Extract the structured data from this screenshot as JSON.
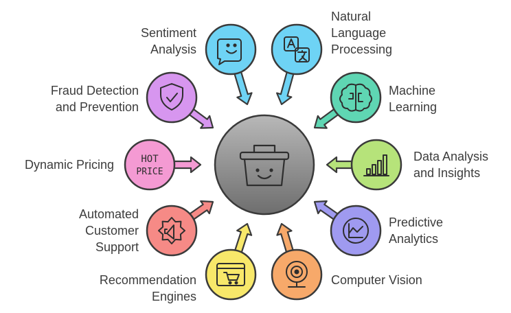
{
  "center": {
    "name": "basket-icon",
    "color": "#8a8a8a"
  },
  "items": [
    {
      "id": "sentiment-analysis",
      "lines": [
        "Sentiment",
        "Analysis"
      ],
      "color": "#6ed3f5",
      "icon": "smiley-speech-icon"
    },
    {
      "id": "nlp",
      "lines": [
        "Natural",
        "Language",
        "Processing"
      ],
      "color": "#6ed3f5",
      "icon": "translate-icon"
    },
    {
      "id": "machine-learning",
      "lines": [
        "Machine",
        "Learning"
      ],
      "color": "#5fd6b3",
      "icon": "brain-circuit-icon"
    },
    {
      "id": "data-analysis",
      "lines": [
        "Data Analysis",
        "and Insights"
      ],
      "color": "#b6e37a",
      "icon": "bar-chart-icon"
    },
    {
      "id": "predictive-analytics",
      "lines": [
        "Predictive",
        "Analytics"
      ],
      "color": "#9f9af0",
      "icon": "line-chart-icon"
    },
    {
      "id": "computer-vision",
      "lines": [
        "Computer Vision"
      ],
      "color": "#f7a96a",
      "icon": "webcam-icon"
    },
    {
      "id": "recommendation-engines",
      "lines": [
        "Recommendation",
        "Engines"
      ],
      "color": "#f8e86a",
      "icon": "cart-browser-icon"
    },
    {
      "id": "customer-support",
      "lines": [
        "Automated",
        "Customer",
        "Support"
      ],
      "color": "#f68a86",
      "icon": "megaphone-gear-icon"
    },
    {
      "id": "dynamic-pricing",
      "lines": [
        "Dynamic Pricing"
      ],
      "color": "#f49ad3",
      "icon": "hot-price-icon",
      "icon_text": [
        "HOT",
        "PRICE"
      ]
    },
    {
      "id": "fraud-detection",
      "lines": [
        "Fraud Detection",
        "and Prevention"
      ],
      "color": "#d796ef",
      "icon": "shield-check-icon"
    }
  ]
}
